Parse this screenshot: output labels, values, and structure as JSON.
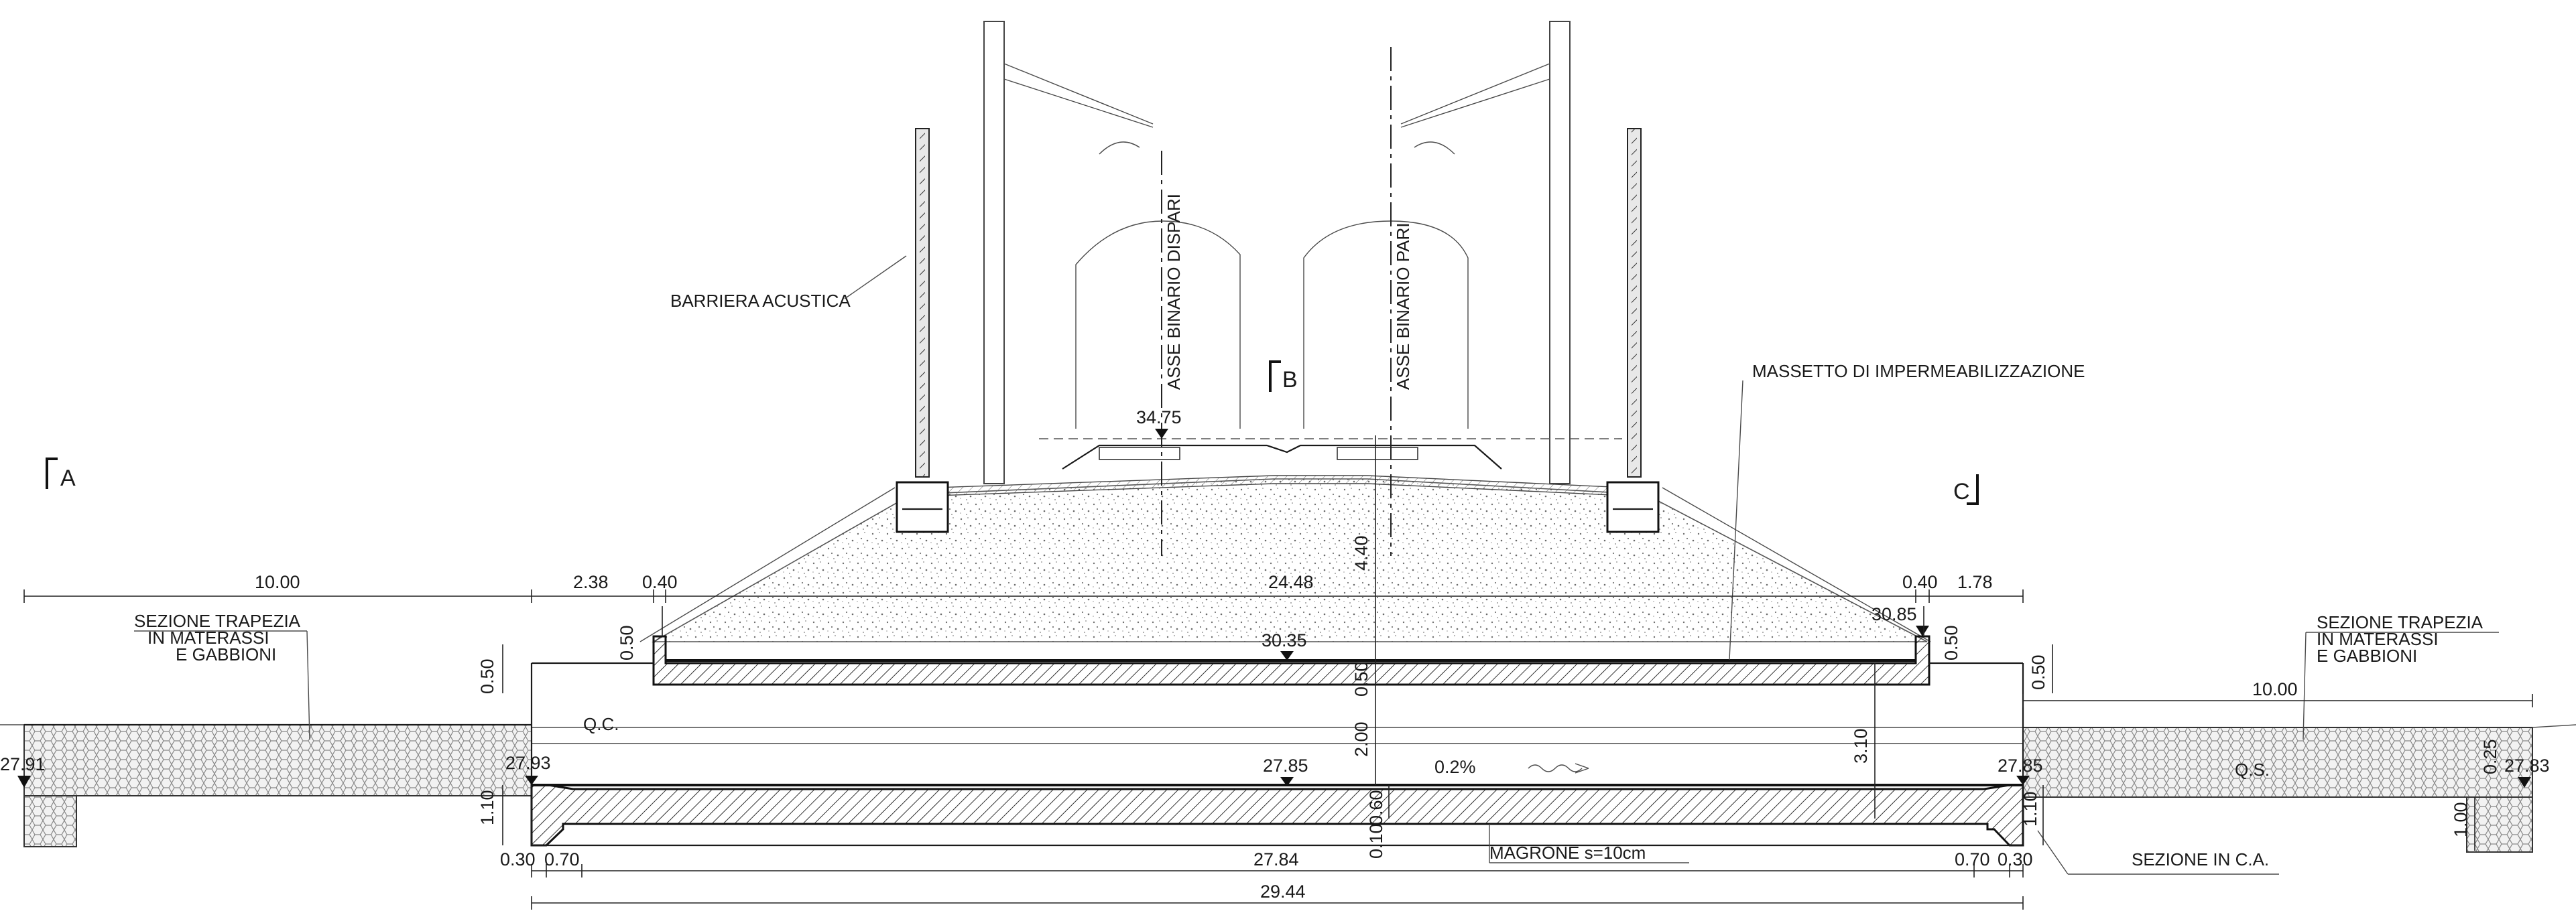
{
  "labels": {
    "acoustic_barrier": "BARRIERA ACUSTICA",
    "track_odd": "ASSE BINARIO DISPARI",
    "track_even": "ASSE BINARIO PARI",
    "waterproofing": "MASSETTO DI IMPERMEABILIZZAZIONE",
    "trapeze_left": [
      "SEZIONE TRAPEZIA",
      "IN MATERASSI",
      "E GABBIONI"
    ],
    "trapeze_right": [
      "SEZIONE TRAPEZIA",
      "IN MATERASSI",
      "E GABBIONI"
    ],
    "concrete_section": "SEZIONE IN C.A.",
    "lean_concrete": "MAGRONE s=10cm",
    "qc": "Q.C.",
    "qs": "Q.S.",
    "slope": "0.2%"
  },
  "section_marks": {
    "a": "A",
    "b": "B",
    "c": "C"
  },
  "elevations": {
    "rail": "34.75",
    "slab_top": "30.35",
    "right_wall_top": "30.85",
    "left_ground": "27.91",
    "left_base": "27.93",
    "center_base": "27.85",
    "right_base": "27.85",
    "right_ground": "27.83"
  },
  "dimensions": {
    "left_trapeze_width": "10.00",
    "left_offset": "2.38",
    "left_wall": "0.40",
    "inner_width": "24.48",
    "right_wall": "0.40",
    "right_offset": "1.78",
    "right_trapeze_width": "10.00",
    "fill_height": "4.40",
    "wall_height_left": "0.50",
    "wall_height_right": "0.50",
    "slab_thickness": "0.50",
    "trapeze_left_top": "0.50",
    "trapeze_right_top": "0.50",
    "inner_clear": "2.00",
    "total_height": "3.10",
    "left_depth": "1.10",
    "right_depth": "1.10",
    "right_ground_small": "0.25",
    "right_trapeze_depth": "1.00",
    "base_slab": "0.60",
    "lean_thickness": "0.10",
    "left_foot": "0.30",
    "left_haunch": "0.70",
    "base_inner": "27.84",
    "right_haunch": "0.70",
    "right_foot": "0.30",
    "total_width": "29.44"
  }
}
